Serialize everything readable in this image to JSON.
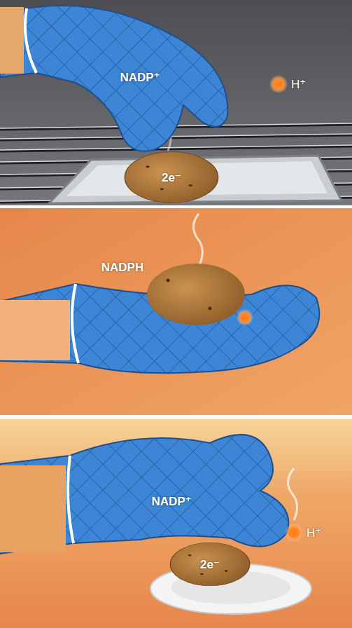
{
  "diagram": {
    "nodes": [
      {
        "text": [
          "NADP⁺"
        ]
      },
      {
        "text": [
          "2e⁻"
        ]
      },
      {
        "text": [
          "NADPH"
        ]
      },
      {
        "text": [
          "NADP⁺"
        ]
      },
      {
        "text": [
          "2e⁻"
        ]
      }
    ],
    "labels": [
      "H⁺",
      "H⁺"
    ]
  }
}
